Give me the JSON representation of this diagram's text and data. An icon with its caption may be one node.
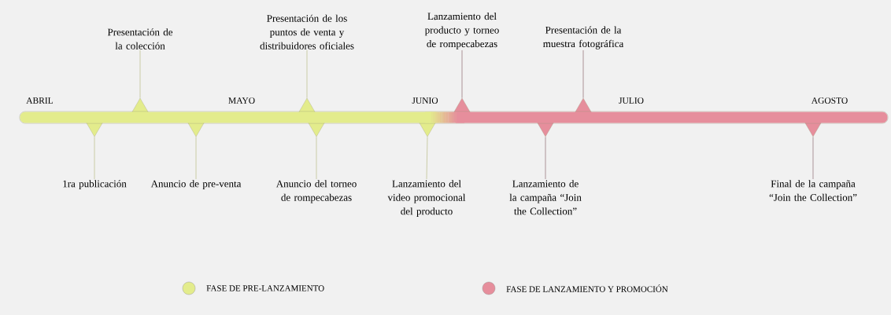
{
  "diagram": {
    "nodes": [
      {
        "text": [
          "Presentación de la colección"
        ]
      },
      {
        "text": [
          "Presentación de los puntos de venta y distribuidores oficiales"
        ]
      },
      {
        "text": [
          "Lanzamiento del producto y torneo de rompecabezas"
        ]
      },
      {
        "text": [
          "Presentación de la muestra fotográfica"
        ]
      },
      {
        "text": [
          "1ra publicación"
        ]
      },
      {
        "text": [
          "Anuncio de pre-venta"
        ]
      },
      {
        "text": [
          "Anuncio del torneo de rompecabezas"
        ]
      },
      {
        "text": [
          "Lanzamiento del video promocional del producto"
        ]
      },
      {
        "text": [
          "Lanzamiento de la campaña “Join the Collection”"
        ]
      },
      {
        "text": [
          "Final de la campaña “Join the Collection”"
        ]
      },
      {
        "text": [],
        "shape": "triangle"
      },
      {
        "text": [],
        "shape": "triangle"
      },
      {
        "text": [],
        "shape": "triangle"
      },
      {
        "text": [],
        "shape": "triangle"
      },
      {
        "text": [],
        "shape": "triangle"
      },
      {
        "text": [],
        "shape": "triangle"
      },
      {
        "text": [],
        "shape": "triangle"
      },
      {
        "text": [],
        "shape": "triangle"
      },
      {
        "text": [],
        "shape": "triangle"
      },
      {
        "text": [],
        "shape": "triangle"
      }
    ],
    "edges": [
      {
        "from": 0,
        "to": 10,
        "arrow": "none"
      },
      {
        "from": 1,
        "to": 11,
        "arrow": "none"
      },
      {
        "from": 2,
        "to": 12,
        "arrow": "none",
        "color": "#8c6a70"
      },
      {
        "from": 3,
        "to": 13,
        "arrow": "none",
        "color": "#8c6a70"
      },
      {
        "from": 4,
        "to": 14,
        "arrow": "none"
      },
      {
        "from": 5,
        "to": 15,
        "arrow": "none"
      },
      {
        "from": 6,
        "to": 16,
        "arrow": "none"
      },
      {
        "from": 7,
        "to": 17,
        "arrow": "none"
      },
      {
        "from": 8,
        "to": 18,
        "arrow": "none",
        "color": "#8c6a70"
      },
      {
        "from": 9,
        "to": 19,
        "arrow": "none",
        "color": "#8c6a70"
      }
    ],
    "labels": [
      "ABRIL",
      "MAYO",
      "JUNIO",
      "JULIO",
      "AGOSTO"
    ],
    "legend": [
      {
        "text": "FASE DE PRE-LANZAMIENTO",
        "color": "#e3ec8c"
      },
      {
        "text": "FASE DE LANZAMIENTO Y PROMOCIÓN",
        "color": "#e68e9c"
      }
    ]
  }
}
